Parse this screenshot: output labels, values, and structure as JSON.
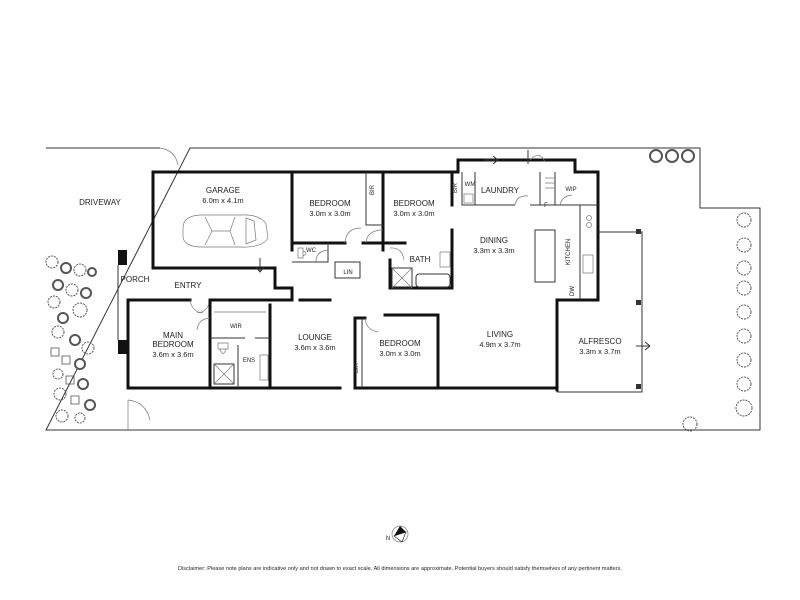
{
  "labels": {
    "driveway": "DRIVEWAY",
    "garage": "GARAGE",
    "garage_dim": "6.0m x 4.1m",
    "bedroom2": "BEDROOM",
    "bedroom2_dim": "3.0m x 3.0m",
    "bir1": "BIR",
    "bedroom3": "BEDROOM",
    "bedroom3_dim": "3.0m x 3.0m",
    "bir2": "BIR",
    "wm": "WM",
    "laundry": "LAUNDRY",
    "wip": "WIP",
    "f": "F",
    "dining": "DINING",
    "dining_dim": "3.3m x 3.3m",
    "kitchen": "KITCHEN",
    "dw": "DW",
    "wc": "WC",
    "lin": "LIN",
    "bath": "BATH",
    "porch": "PORCH",
    "entry": "ENTRY",
    "main_bedroom_1": "MAIN",
    "main_bedroom_2": "BEDROOM",
    "main_bedroom_dim": "3.6m x 3.6m",
    "wir": "WIR",
    "ens": "ENS",
    "lounge": "LOUNGE",
    "lounge_dim": "3.6m x 3.6m",
    "bedroom4": "BEDROOM",
    "bedroom4_dim": "3.0m x 3.0m",
    "bir3": "BIR",
    "living": "LIVING",
    "living_dim": "4.9m x 3.7m",
    "alfresco": "ALFRESCO",
    "alfresco_dim": "3.3m x 3.7m",
    "north": "N"
  },
  "disclaimer": "Disclaimer: Please note plans are indicative only and not drawn to exact scale. All dimensions are approximate. Potential buyers should satisfy themselves of any pertinent matters.",
  "colors": {
    "wall": "#111111",
    "line": "#333333",
    "tree": "#555555"
  }
}
